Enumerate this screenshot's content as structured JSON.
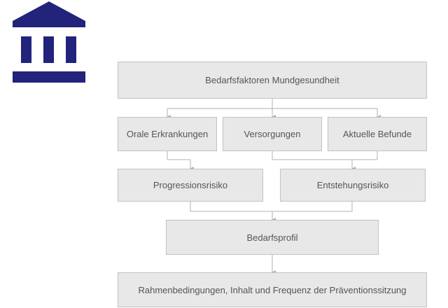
{
  "logo": {
    "icon": "institution-building-icon",
    "color": "#22237a"
  },
  "diagram": {
    "top": "Bedarfsfaktoren Mundgesundheit",
    "factors": [
      "Orale Erkrankungen",
      "Versorgungen",
      "Aktuelle Befunde"
    ],
    "risks": [
      "Progressionsrisiko",
      "Entstehungsrisiko"
    ],
    "profile": "Bedarfsprofil",
    "result": "Rahmenbedingungen, Inhalt und Frequenz der Präventionssitzung"
  },
  "colors": {
    "box_fill": "#e8e8e8",
    "box_border": "#c2c2c2",
    "connector": "#b0b0b0",
    "text": "#555555"
  }
}
